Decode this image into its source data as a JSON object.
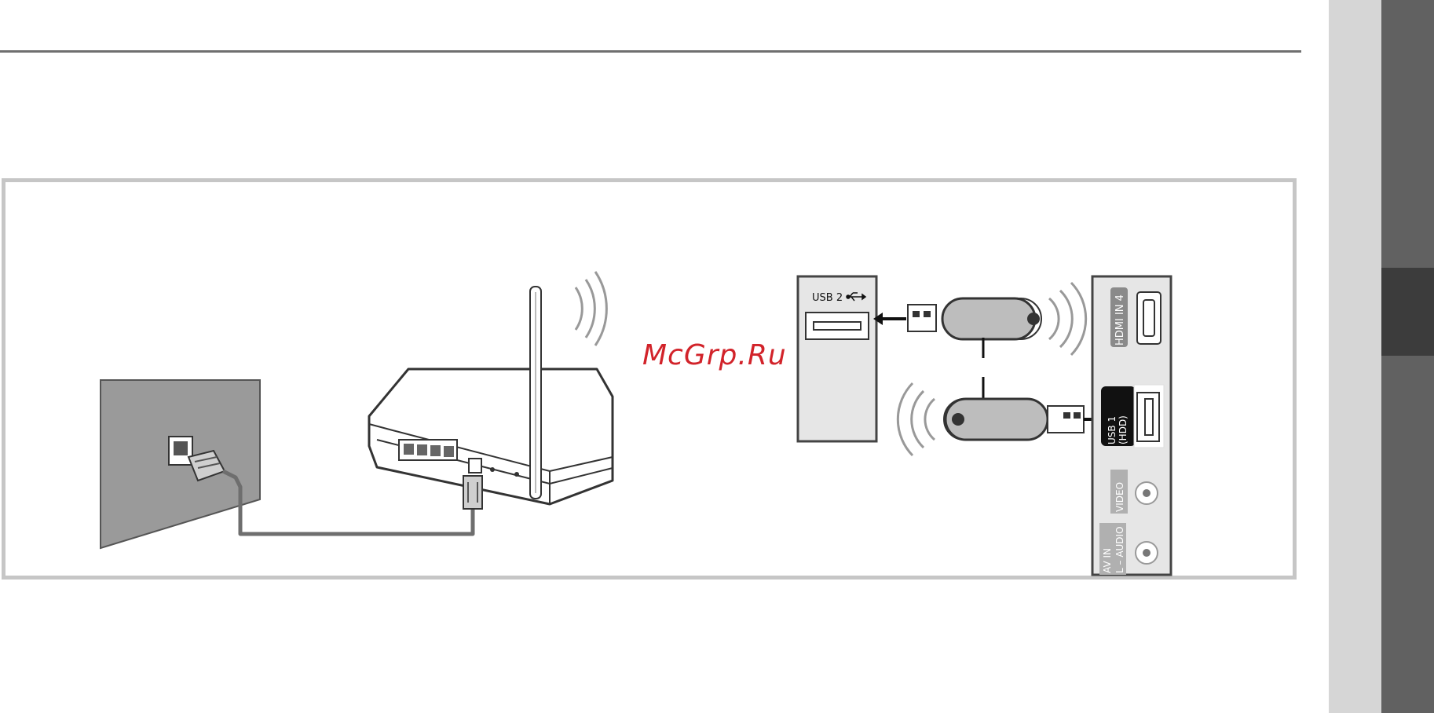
{
  "watermark": "McGrp.Ru",
  "tv_panel": {
    "left_port_label": "USB 2",
    "hdmi_label": "HDMI IN 4",
    "usb1_label_line1": "USB 1",
    "usb1_label_line2": "(HDD)",
    "video_label": "VIDEO",
    "audio_label": "L – AUDIO",
    "av_in_label": "AV IN"
  },
  "colors": {
    "wall": "#9a9a9a",
    "cable": "#6e6e6e",
    "flash_drive": "#bdbdbd",
    "panel": "#e6e6e6",
    "frame": "#c6c6c6",
    "accent_tab": "#3c3c3c",
    "watermark": "#d2232a"
  },
  "icons": [
    "wifi-waves-icon",
    "usb-symbol-icon",
    "arrow-left-icon",
    "hdmi-port-icon",
    "rca-jack-icon"
  ]
}
